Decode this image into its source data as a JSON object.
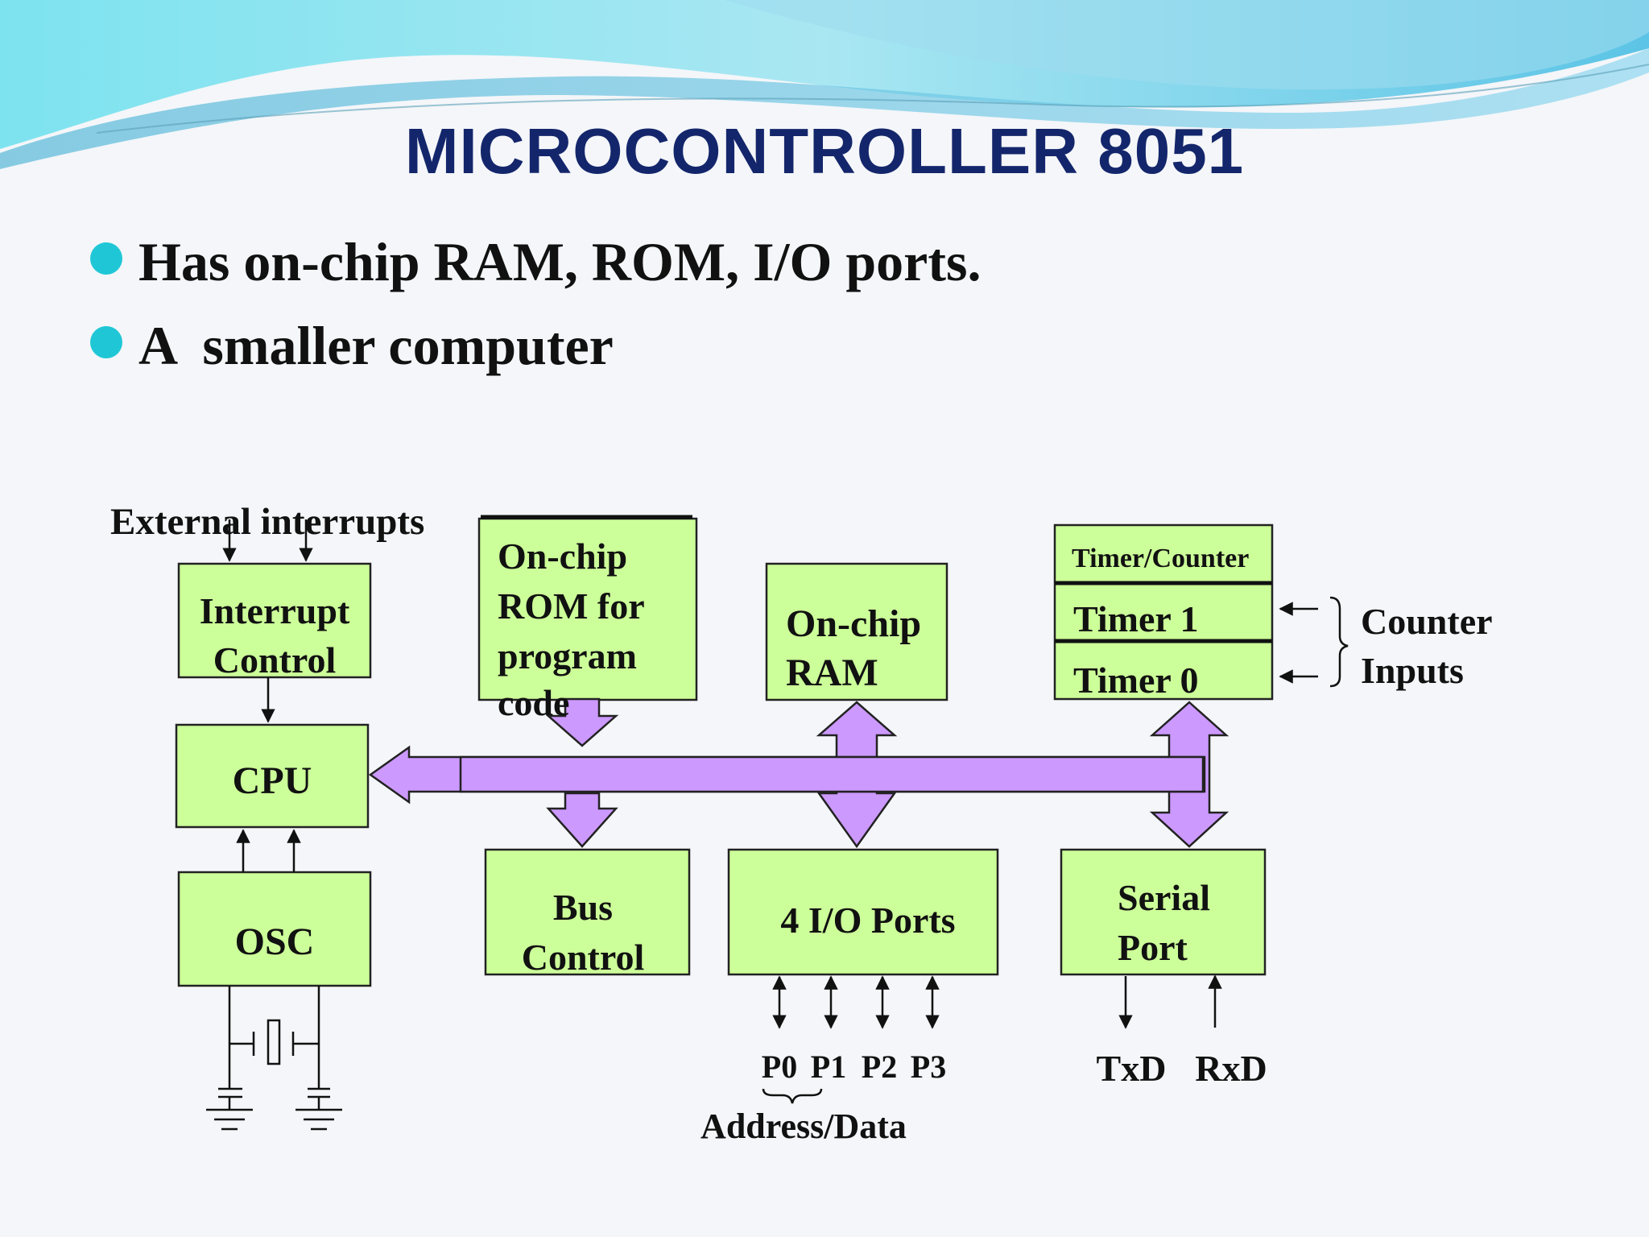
{
  "slide": {
    "title": "MICROCONTROLLER 8051",
    "bullets": [
      "Has on-chip RAM, ROM, I/O ports.",
      "A  smaller computer"
    ],
    "accent_color": "#1fc7d6",
    "title_color": "#14266b"
  },
  "diagram": {
    "box_fill": "#ccff99",
    "bus_fill": "#cc99ff",
    "external_interrupts": "External interrupts",
    "interrupt_control": [
      "Interrupt",
      "Control"
    ],
    "cpu": "CPU",
    "osc": "OSC",
    "rom": [
      "On-chip",
      "ROM for",
      "program",
      "code"
    ],
    "ram": [
      "On-chip",
      "RAM"
    ],
    "timer_counter": "Timer/Counter",
    "timer1": "Timer 1",
    "timer0": "Timer 0",
    "counter_inputs": [
      "Counter",
      "Inputs"
    ],
    "bus_control": [
      "Bus",
      "Control"
    ],
    "io_ports": "4 I/O Ports",
    "serial_port": [
      "Serial",
      "Port"
    ],
    "ports": [
      "P0",
      "P1",
      "P2",
      "P3"
    ],
    "address_data": "Address/Data",
    "txd": "TxD",
    "rxd": "RxD"
  }
}
